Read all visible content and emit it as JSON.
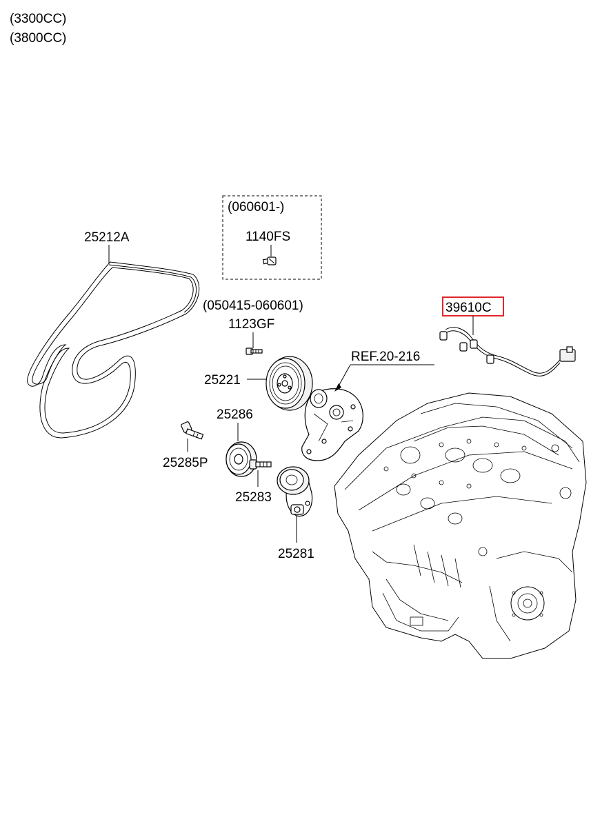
{
  "header": {
    "engine_a": "(3300CC)",
    "engine_b": "(3800CC)"
  },
  "callouts": {
    "belt": "25212A",
    "bolt_box_date": "(060601-)",
    "bolt_box_part": "1140FS",
    "bolt_date_range": "(050415-060601)",
    "bolt_part": "1123GF",
    "pulley": "25221",
    "ref": "REF.20-216",
    "harness": "39610C",
    "idler": "25286",
    "idler_bolt": "25285P",
    "bracket_bolt": "25283",
    "tensioner": "25281"
  },
  "colors": {
    "highlight": "#e0262b",
    "line": "#000000"
  }
}
